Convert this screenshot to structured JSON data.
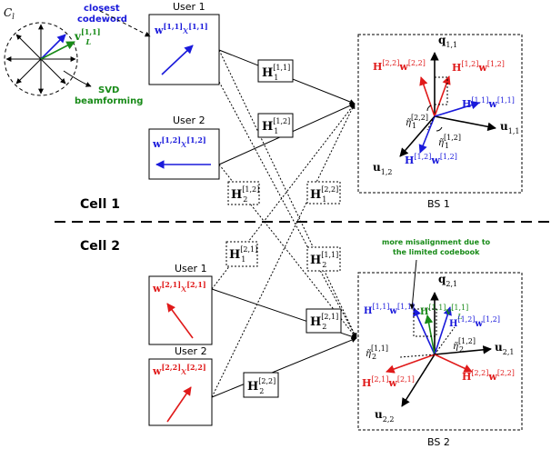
{
  "colors": {
    "blue": "#1a1adb",
    "red": "#e01a1a",
    "green": "#178a17",
    "black": "#000000"
  },
  "codebook": {
    "label": "C",
    "label_sub": "l",
    "closest": "closest",
    "codeword": "codeword",
    "svd1": "SVD",
    "svd2": "beamforming",
    "v": "v",
    "v_sup": "[1,1]",
    "v_sub": "L"
  },
  "cells": {
    "cell1": "Cell 1",
    "cell2": "Cell 2"
  },
  "users": {
    "c1u1": {
      "title": "User 1",
      "w": "w",
      "sup": "[1,1]",
      "x": "x",
      "xsup": "[1,1]"
    },
    "c1u2": {
      "title": "User 2",
      "w": "w",
      "sup": "[1,2]",
      "x": "x",
      "xsup": "[1,2]"
    },
    "c2u1": {
      "title": "User 1",
      "w": "w",
      "sup": "[2,1]",
      "x": "x",
      "xsup": "[2,1]"
    },
    "c2u2": {
      "title": "User 2",
      "w": "w",
      "sup": "[2,2]",
      "x": "x",
      "xsup": "[2,2]"
    }
  },
  "channels": {
    "H": "H",
    "h11": {
      "sub": "1",
      "sup": "[1,1]"
    },
    "h12": {
      "sub": "1",
      "sup": "[1,2]"
    },
    "h1_22": {
      "sub": "1",
      "sup": "[2,2]"
    },
    "h2_12": {
      "sub": "2",
      "sup": "[1,2]"
    },
    "h1_21": {
      "sub": "1",
      "sup": "[2,1]"
    },
    "h2_11": {
      "sub": "2",
      "sup": "[1,1]"
    },
    "h2_21": {
      "sub": "2",
      "sup": "[2,1]"
    },
    "h2_22": {
      "sub": "2",
      "sup": "[2,2]"
    }
  },
  "bs1": {
    "caption": "BS 1",
    "q": "q",
    "q_sub": "1,1",
    "u11": "u",
    "u11_sub": "1,1",
    "u12": "u",
    "u12_sub": "1,2",
    "hw_red": {
      "H": "H",
      "sub": "1",
      "sup": "[2,2]",
      "w": "w",
      "wsup": "[2,2]"
    },
    "hw_red2": {
      "H": "H",
      "sub": "1",
      "sup": "[1,2]",
      "w": "w",
      "wsup": "[1,2]"
    },
    "hw_blue1": {
      "H": "H",
      "sub": "1",
      "sup": "[1,1]",
      "w": "w",
      "wsup": "[1,1]"
    },
    "hw_blue2": {
      "H": "H",
      "sub": "1",
      "sup": "[1,2]",
      "w": "w",
      "wsup": "[1,2]"
    },
    "eta1": {
      "sym": "η̃",
      "sub": "1",
      "sup": "[2,2]"
    },
    "eta2": {
      "sym": "η̃",
      "sub": "1",
      "sup": "[1,2]"
    }
  },
  "bs2": {
    "caption": "BS 2",
    "note1": "more misalignment due to",
    "note2": "the limited codebook",
    "q": "q",
    "q_sub": "2,1",
    "u21": "u",
    "u21_sub": "2,1",
    "u22": "u",
    "u22_sub": "2,2",
    "hw_blue1": {
      "H": "H",
      "sub": "2",
      "sup": "[1,1]",
      "w": "w",
      "wsup": "[1,1]"
    },
    "hw_green": {
      "H": "H",
      "sub": "2",
      "sup": "[1,1]",
      "v": "v",
      "vsup": "[1,1]",
      "vsub": "L"
    },
    "hw_blue2": {
      "H": "H",
      "sub": "2",
      "sup": "[1,2]",
      "w": "w",
      "wsup": "[1,2]"
    },
    "hw_red1": {
      "H": "H",
      "sub": "2",
      "sup": "[2,1]",
      "w": "w",
      "wsup": "[2,1]"
    },
    "hw_red2": {
      "H": "H",
      "sub": "2",
      "sup": "[2,2]",
      "w": "w",
      "wsup": "[2,2]"
    },
    "eta1": {
      "sym": "η̃",
      "sub": "2",
      "sup": "[1,1]"
    },
    "eta2": {
      "sym": "η̃",
      "sub": "2",
      "sup": "[1,2]"
    }
  }
}
